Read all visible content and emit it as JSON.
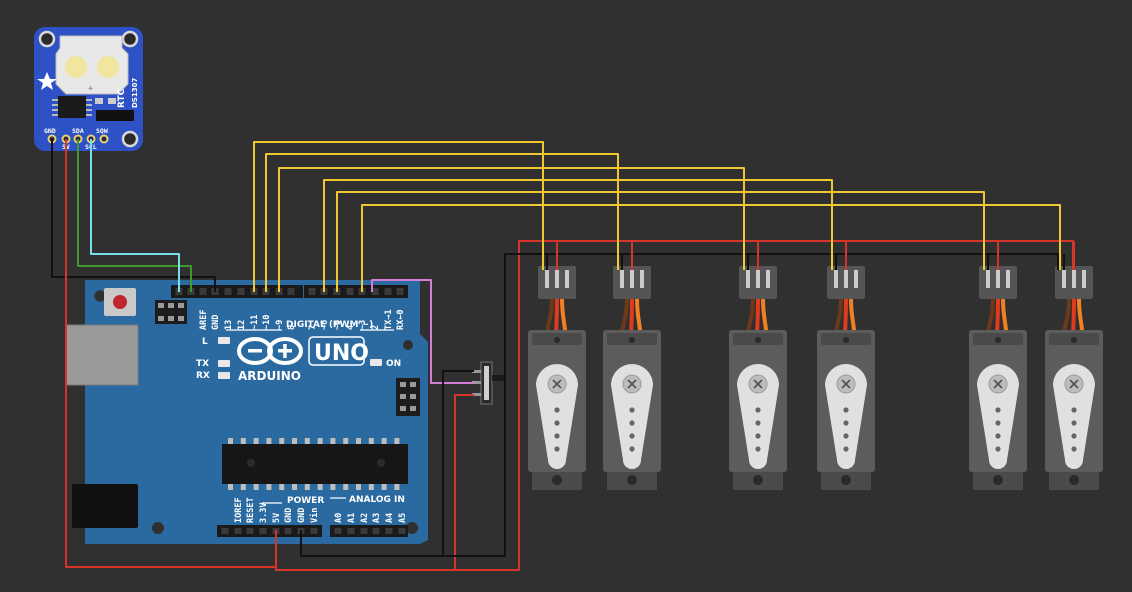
{
  "rtc": {
    "chip_label": "RTC",
    "model_label": "DS1307",
    "pin_labels": [
      "GND",
      "5V",
      "SDA",
      "SCL",
      "SQW"
    ]
  },
  "arduino": {
    "brand_label": "ARDUINO",
    "model_label": "UNO",
    "digital_header_label": "DIGITAL (PWM ~)",
    "digital_pin_labels": [
      "AREF",
      "GND",
      "13",
      "12",
      "~11",
      "~10",
      "~9",
      "8",
      "7",
      "~6",
      "~5",
      "4",
      "~3",
      "2",
      "TX→1",
      "RX←0"
    ],
    "led_labels": {
      "l": "L",
      "tx": "TX",
      "rx": "RX",
      "on": "ON"
    },
    "power_header_label": "POWER",
    "analog_header_label": "ANALOG IN",
    "power_pin_labels": [
      "IOREF",
      "RESET",
      "3.3V",
      "5V",
      "GND",
      "GND",
      "Vin"
    ],
    "analog_pin_labels": [
      "A0",
      "A1",
      "A2",
      "A3",
      "A4",
      "A5"
    ]
  },
  "servos": {
    "count": 6
  },
  "colors": {
    "background": "#303030",
    "board": "#2b6aa0",
    "rtc_board": "#2e52c5",
    "wire_signal": "#f0c832",
    "wire_power": "#d8352a",
    "wire_ground": "#111111",
    "wire_sda": "#3e9a2c",
    "wire_scl": "#78e0e8",
    "wire_switch": "#d47ed8"
  }
}
